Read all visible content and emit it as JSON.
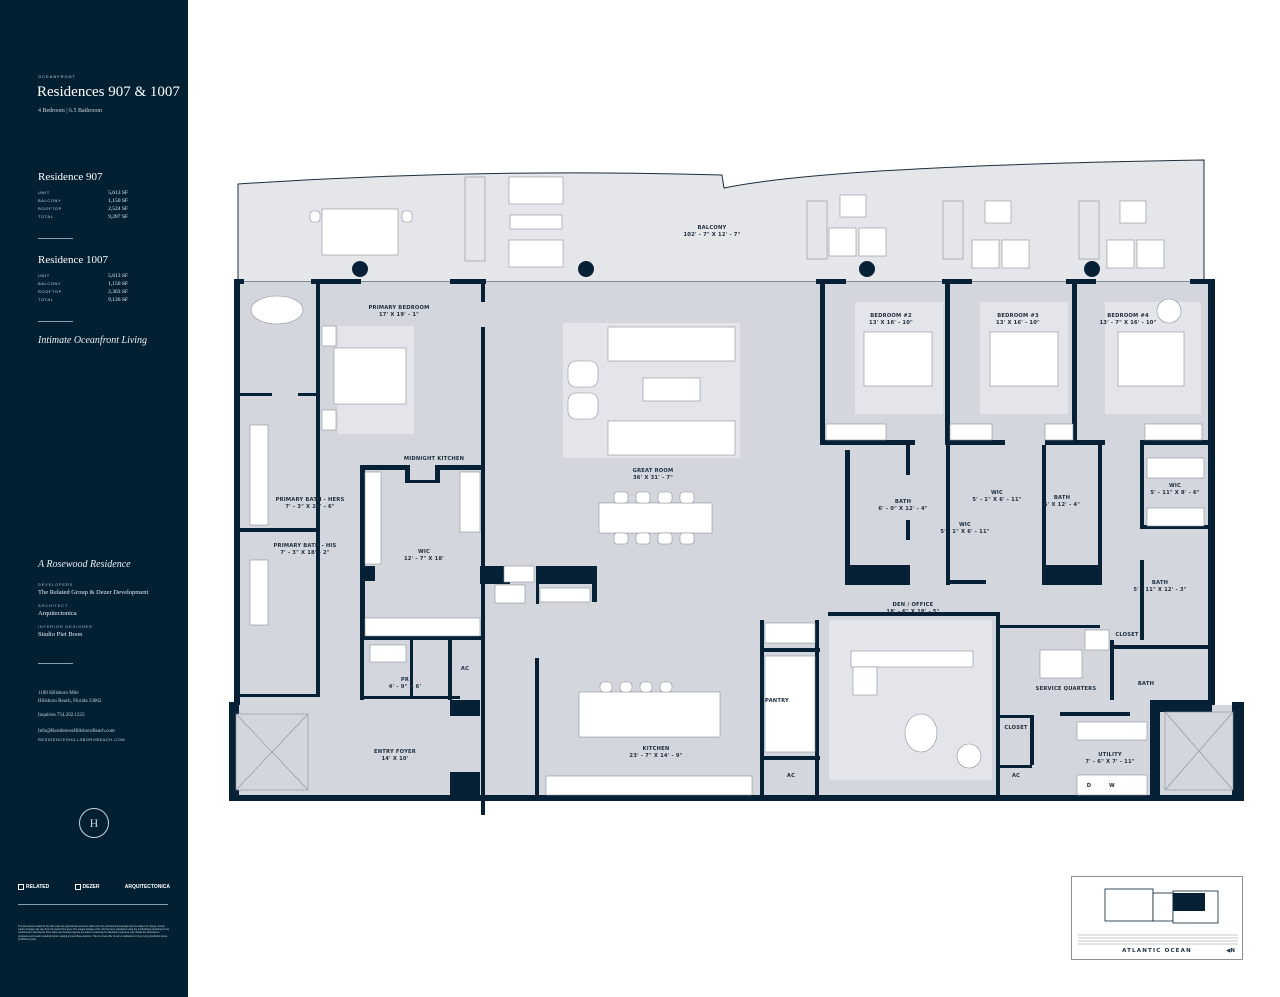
{
  "sidebar": {
    "eyebrow": "OCEANFRONT",
    "title": "Residences 907 & 1007",
    "subtitle": "4 Bedroom  |  6.5 Bathroom",
    "residences": [
      {
        "name": "Residence 907",
        "stats": [
          {
            "label": "UNIT",
            "value": "5,613 SF"
          },
          {
            "label": "BALCONY",
            "value": "1,150 SF"
          },
          {
            "label": "ROOFTOP",
            "value": "2,524 SF"
          },
          {
            "label": "TOTAL",
            "value": "9,287 SF"
          }
        ]
      },
      {
        "name": "Residence 1007",
        "stats": [
          {
            "label": "UNIT",
            "value": "5,613 SF"
          },
          {
            "label": "BALCONY",
            "value": "1,150 SF"
          },
          {
            "label": "ROOFTOP",
            "value": "2,363 SF"
          },
          {
            "label": "TOTAL",
            "value": "9,126 SF"
          }
        ]
      }
    ],
    "tagline": "Intimate Oceanfront Living",
    "brand_line": "A Rosewood Residence",
    "credits": [
      {
        "label": "DEVELOPERS",
        "value": "The Related Group & Dezer Development"
      },
      {
        "label": "ARCHITECT",
        "value": "Arquitectonica"
      },
      {
        "label": "INTERIOR DESIGNER",
        "value": "Studio Piet Boon"
      }
    ],
    "address_line1": "1180 Hillsboro Mile",
    "address_line2": "Hillsboro Beach, Florida 33062",
    "inquiries": "Inquiries  754.202.1223",
    "email": "Info@ResidencesHillsboroBeach.com",
    "website": "RESIDENCESHILLSBOROBEACH.COM",
    "monogram": "H",
    "partners": [
      "RELATED",
      "DEZER",
      "ARQUITECTONICA"
    ],
    "disclaimer": "The dimensions stated for the floor plan are approximate and were taken from the architectural drawings and are subject to change. Actual square footage may vary from the stated floor area. The square footage of the unit has been calculated using the methodology described in the condominium documents. Floor plans and furniture layouts are artist's renderings for illustration purposes only. Obtain the Developer's prospectus and read it carefully before making any purchase decision. This is not an offer to sell or solicitation to buy in any jurisdiction where prohibited by law."
  },
  "plan": {
    "colors": {
      "wall": "#062035",
      "floor": "#d3d6dd",
      "balcony": "#e4e6ea",
      "rug": "#e3e5ea",
      "furniture": "#ffffff",
      "label": "#1d2d3e"
    },
    "rooms": [
      {
        "name": "BALCONY",
        "dims": "102' - 7\" x 12' - 7\""
      },
      {
        "name": "PRIMARY BEDROOM",
        "dims": "17' x 19' - 1\""
      },
      {
        "name": "MIDNIGHT KITCHEN",
        "dims": ""
      },
      {
        "name": "PRIMARY BATH - HERS",
        "dims": "7' - 3\" x 25' - 6\""
      },
      {
        "name": "PRIMARY BATH - HIS",
        "dims": "7' - 3\" x 18' - 2\""
      },
      {
        "name": "WIC",
        "dims": "12' - 7\" x 18'"
      },
      {
        "name": "PR",
        "dims": "4' - 9\" x 6'"
      },
      {
        "name": "AC",
        "dims": ""
      },
      {
        "name": "ENTRY FOYER",
        "dims": "14' x 10'"
      },
      {
        "name": "GREAT ROOM",
        "dims": "36' x 31' - 7\""
      },
      {
        "name": "KITCHEN",
        "dims": "23' - 7\" x 14' - 9\""
      },
      {
        "name": "PANTRY",
        "dims": ""
      },
      {
        "name": "AC",
        "dims": ""
      },
      {
        "name": "BEDROOM #2",
        "dims": "13' x 16' - 10\""
      },
      {
        "name": "BEDROOM #3",
        "dims": "13' x 16' - 10\""
      },
      {
        "name": "BEDROOM #4",
        "dims": "13' - 7\" x 16' - 10\""
      },
      {
        "name": "BATH",
        "dims": "6' - 0\" x 12' - 4\""
      },
      {
        "name": "WIC",
        "dims": "5' - 1\" x 6' - 11\""
      },
      {
        "name": "WIC",
        "dims": "5' - 1\" x 6' - 11\""
      },
      {
        "name": "BATH",
        "dims": "6' x 12' - 4\""
      },
      {
        "name": "WIC",
        "dims": "5' - 11\" x 8' - 6\""
      },
      {
        "name": "BATH",
        "dims": "5' - 11\" x 12' - 3\""
      },
      {
        "name": "DEN / OFFICE",
        "dims": "18' - 6\" x 18' - 5\""
      },
      {
        "name": "CLOSET",
        "dims": ""
      },
      {
        "name": "SERVICE QUARTERS",
        "dims": ""
      },
      {
        "name": "BATH",
        "dims": ""
      },
      {
        "name": "CLOSET",
        "dims": ""
      },
      {
        "name": "AC",
        "dims": ""
      },
      {
        "name": "UTILITY",
        "dims": "7' - 6\" x 7' - 11\""
      },
      {
        "name": "D",
        "dims": ""
      },
      {
        "name": "W",
        "dims": ""
      }
    ]
  },
  "keyplan": {
    "label": "ATLANTIC OCEAN",
    "north": "◀N"
  }
}
